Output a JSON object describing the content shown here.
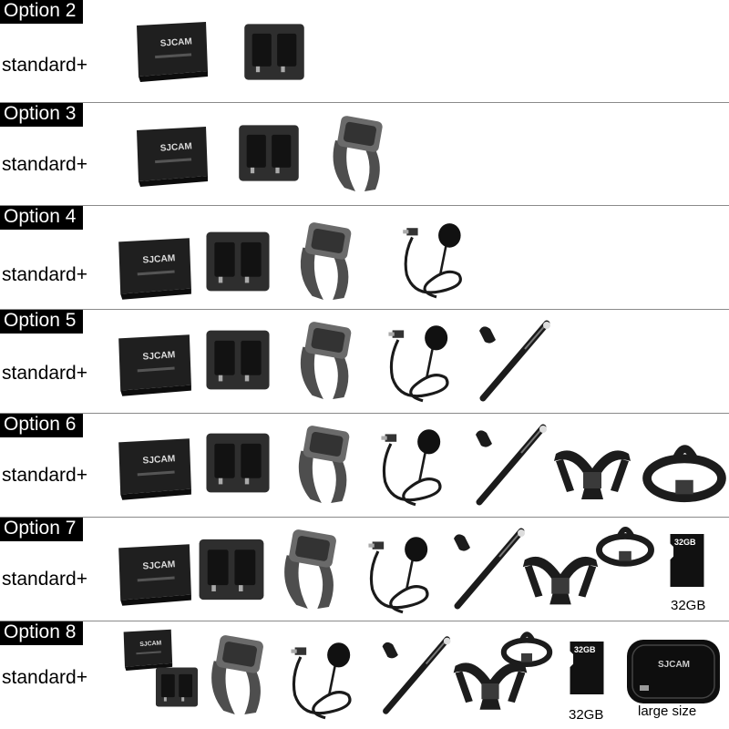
{
  "rows": [
    {
      "label": "Option 2",
      "prefix": "standard+"
    },
    {
      "label": "Option 3",
      "prefix": "standard+"
    },
    {
      "label": "Option 4",
      "prefix": "standard+"
    },
    {
      "label": "Option 5",
      "prefix": "standard+"
    },
    {
      "label": "Option 6",
      "prefix": "standard+"
    },
    {
      "label": "Option 7",
      "prefix": "standard+",
      "sd_card": {
        "card_text": "32GB",
        "caption": "32GB"
      }
    },
    {
      "label": "Option 8",
      "prefix": "standard+",
      "sd_card": {
        "card_text": "32GB",
        "caption": "32GB"
      },
      "case": {
        "brand": "SJCAM",
        "caption": "large size"
      }
    }
  ],
  "battery_box_brand": "SJCAM",
  "colors": {
    "label_bg": "#000000",
    "label_text": "#ffffff",
    "product_dark": "#2b2b2b",
    "strap": "#555555"
  },
  "icons": [
    "battery-box-icon",
    "dual-charger-icon",
    "wrist-remote-icon",
    "lavalier-mic-icon",
    "selfie-stick-icon",
    "chest-harness-icon",
    "head-strap-icon",
    "sd-card-icon",
    "carry-case-icon"
  ]
}
